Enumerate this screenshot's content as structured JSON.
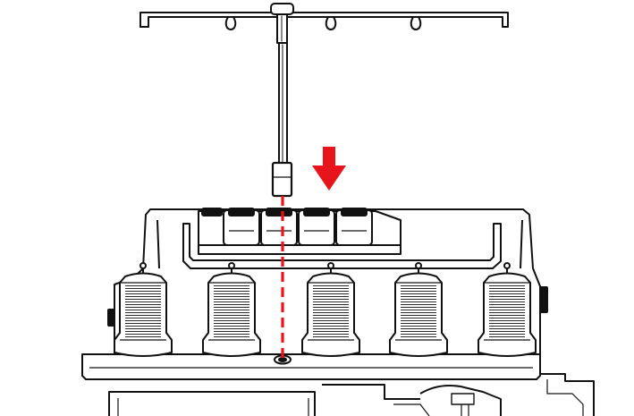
{
  "diagram": {
    "subject": "thread-stand-installation",
    "spool_count": 5,
    "thread_guide_count": 5,
    "colors": {
      "line": "#111111",
      "fill": "#ffffff",
      "accent": "#e8141c"
    },
    "icons": {
      "arrow": "down-arrow-icon",
      "spool": "thread-spool-icon",
      "guide": "thread-guide-loop-icon"
    }
  }
}
